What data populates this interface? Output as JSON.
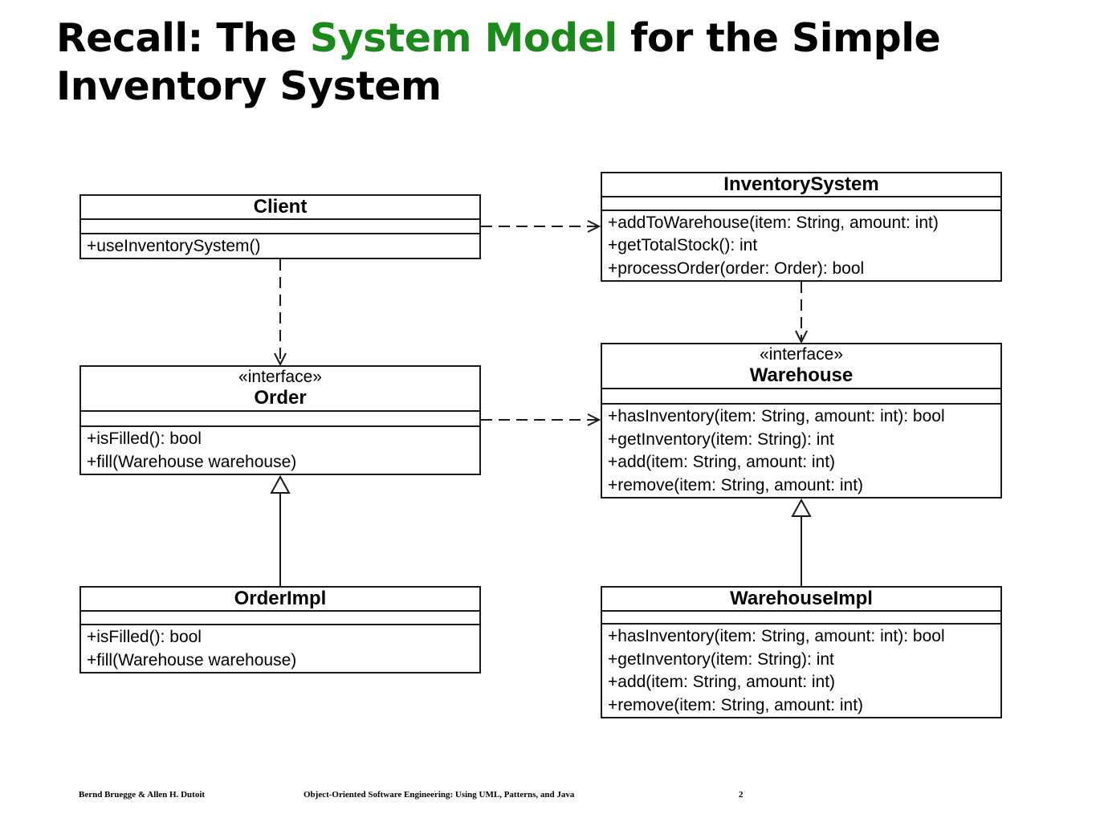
{
  "title": {
    "part1": "Recall:  The ",
    "accent": "System Model",
    "part2": " for the Simple",
    "line2": "Inventory System",
    "accent_color": "#1a8a1a"
  },
  "classes": {
    "client": {
      "name": "Client",
      "operations": [
        "+useInventorySystem()"
      ]
    },
    "inventory_system": {
      "name": "InventorySystem",
      "operations": [
        "+addToWarehouse(item: String, amount: int)",
        "+getTotalStock(): int",
        "+processOrder(order: Order): bool"
      ]
    },
    "order": {
      "stereotype": "«interface»",
      "name": "Order",
      "operations": [
        "+isFilled(): bool",
        "+fill(Warehouse warehouse)"
      ]
    },
    "warehouse": {
      "stereotype": "«interface»",
      "name": "Warehouse",
      "operations": [
        "+hasInventory(item: String, amount: int): bool",
        "+getInventory(item: String): int",
        "+add(item: String, amount: int)",
        "+remove(item: String, amount: int)"
      ]
    },
    "order_impl": {
      "name": "OrderImpl",
      "operations": [
        "+isFilled(): bool",
        "+fill(Warehouse warehouse)"
      ]
    },
    "warehouse_impl": {
      "name": "WarehouseImpl",
      "operations": [
        "+hasInventory(item: String, amount: int): bool",
        "+getInventory(item: String): int",
        "+add(item: String, amount: int)",
        "+remove(item: String, amount: int)"
      ]
    }
  },
  "relations": [
    {
      "type": "dependency",
      "from": "Client",
      "to": "InventorySystem"
    },
    {
      "type": "dependency",
      "from": "Client",
      "to": "Order"
    },
    {
      "type": "dependency",
      "from": "InventorySystem",
      "to": "Warehouse"
    },
    {
      "type": "dependency",
      "from": "Order",
      "to": "Warehouse"
    },
    {
      "type": "realization",
      "from": "OrderImpl",
      "to": "Order"
    },
    {
      "type": "realization",
      "from": "WarehouseImpl",
      "to": "Warehouse"
    }
  ],
  "footer": {
    "authors": "Bernd Bruegge & Allen H. Dutoit",
    "book": "Object-Oriented  Software Engineering: Using UML, Patterns, and Java",
    "page": "2"
  }
}
